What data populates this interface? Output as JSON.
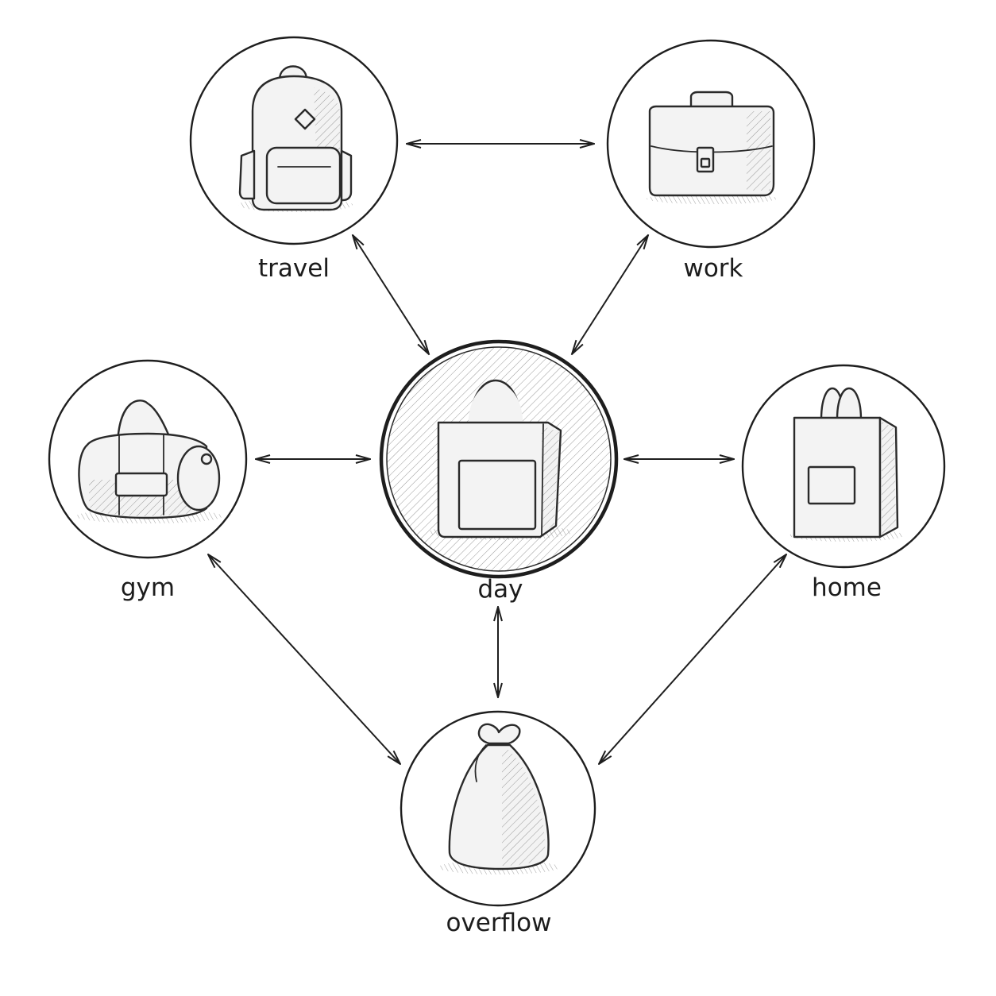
{
  "diagram": {
    "nodes": [
      {
        "id": "travel",
        "label": "travel",
        "icon": "backpack-icon"
      },
      {
        "id": "work",
        "label": "work",
        "icon": "briefcase-icon"
      },
      {
        "id": "gym",
        "label": "gym",
        "icon": "duffel-bag-icon"
      },
      {
        "id": "day",
        "label": "day",
        "icon": "tote-bag-icon",
        "highlighted": true
      },
      {
        "id": "home",
        "label": "home",
        "icon": "shopping-bag-icon"
      },
      {
        "id": "overflow",
        "label": "overflow",
        "icon": "drawstring-sack-icon"
      }
    ],
    "edges": [
      {
        "from": "travel",
        "to": "work",
        "direction": "both"
      },
      {
        "from": "travel",
        "to": "day",
        "direction": "both"
      },
      {
        "from": "work",
        "to": "day",
        "direction": "both"
      },
      {
        "from": "gym",
        "to": "day",
        "direction": "both"
      },
      {
        "from": "day",
        "to": "home",
        "direction": "both"
      },
      {
        "from": "day",
        "to": "overflow",
        "direction": "both"
      },
      {
        "from": "gym",
        "to": "overflow",
        "direction": "both"
      },
      {
        "from": "home",
        "to": "overflow",
        "direction": "both"
      }
    ]
  },
  "colors": {
    "ink": "#1e1e1e",
    "background": "#ffffff"
  }
}
